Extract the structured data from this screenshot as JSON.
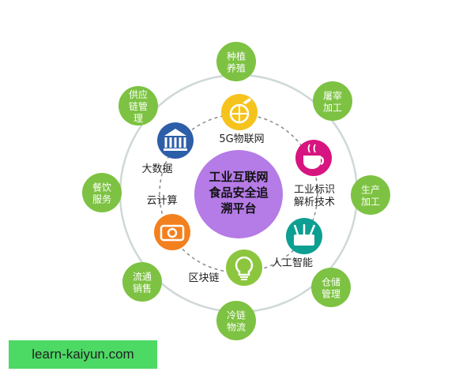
{
  "center": {
    "lines": [
      "工业互联网",
      "食品安全追",
      "溯平台"
    ],
    "color": "#b57be6"
  },
  "outer_nodes": [
    {
      "id": "planting",
      "lines": [
        "种植",
        "养殖"
      ]
    },
    {
      "id": "slaughter",
      "lines": [
        "屠宰",
        "加工"
      ]
    },
    {
      "id": "production",
      "lines": [
        "生产",
        "加工"
      ]
    },
    {
      "id": "storage",
      "lines": [
        "仓储",
        "管理"
      ]
    },
    {
      "id": "coldchain",
      "lines": [
        "冷链",
        "物流"
      ]
    },
    {
      "id": "retail",
      "lines": [
        "流通",
        "销售"
      ]
    },
    {
      "id": "catering",
      "lines": [
        "餐饮",
        "服务"
      ]
    },
    {
      "id": "supply",
      "lines": [
        "供应",
        "链管",
        "理"
      ]
    }
  ],
  "tech_nodes": [
    {
      "id": "iot",
      "label": "5G物联网",
      "icon": "globe-plane-icon",
      "color": "#f6c31c"
    },
    {
      "id": "tag",
      "label": "工业标识\n解析技术",
      "icon": "coffee-cup-icon",
      "color": "#d7147f"
    },
    {
      "id": "ai",
      "label": "人工智能",
      "icon": "toolbox-icon",
      "color": "#0c9f92"
    },
    {
      "id": "chain",
      "label": "区块链",
      "icon": "lightbulb-icon",
      "color": "#8cc63f"
    },
    {
      "id": "cloud",
      "label": "云计算",
      "icon": "camera-icon",
      "color": "#f3801f"
    },
    {
      "id": "bigdata",
      "label": "大数据",
      "icon": "bank-icon",
      "color": "#2d5ea8"
    }
  ],
  "colors": {
    "outer_node": "#7dc242",
    "ring": "#cfd8d8",
    "dash": "#8a8a8a"
  },
  "watermark": "learn-kaiyun.com"
}
